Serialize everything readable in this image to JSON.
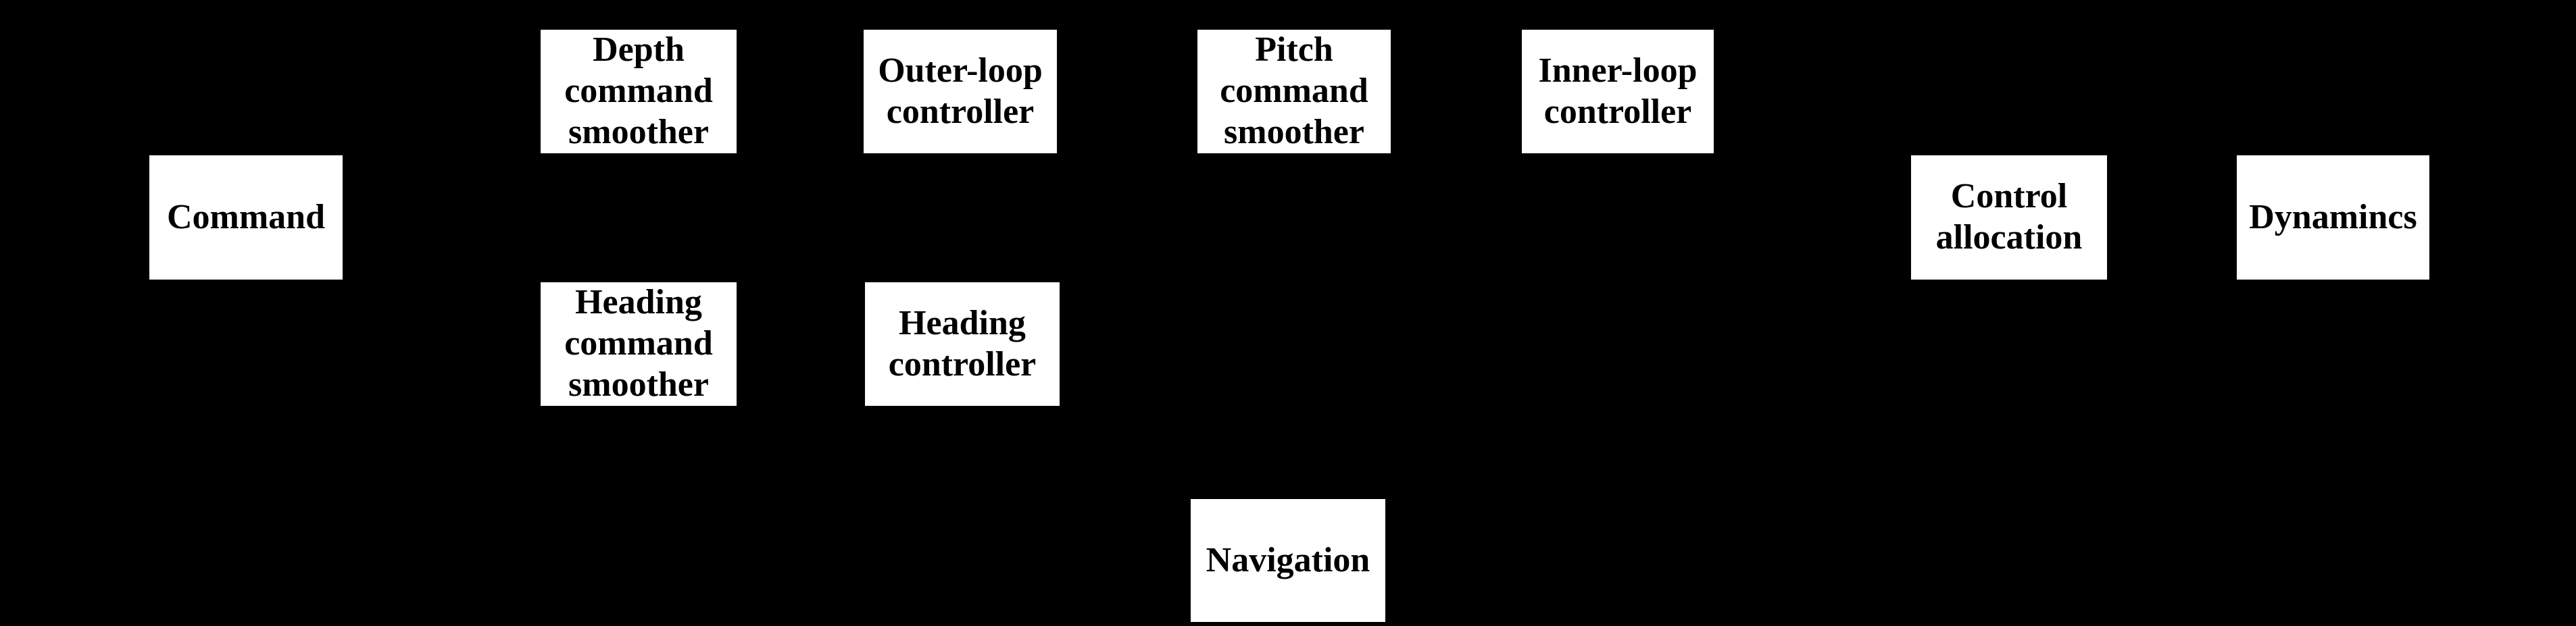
{
  "diagram": {
    "type": "block-diagram",
    "colors": {
      "background": "#000000",
      "node_fill": "#ffffff",
      "node_text": "#000000"
    },
    "nodes": [
      {
        "id": "command",
        "label": "Command"
      },
      {
        "id": "depth-command-smoother",
        "label": "Depth command smoother"
      },
      {
        "id": "outer-loop-controller",
        "label": "Outer-loop controller"
      },
      {
        "id": "pitch-command-smoother",
        "label": "Pitch command smoother"
      },
      {
        "id": "inner-loop-controller",
        "label": "Inner-loop controller"
      },
      {
        "id": "control-allocation",
        "label": "Control allocation"
      },
      {
        "id": "dynamincs",
        "label": "Dynamincs"
      },
      {
        "id": "heading-command-smoother",
        "label": "Heading command smoother"
      },
      {
        "id": "heading-controller",
        "label": "Heading controller"
      },
      {
        "id": "navigation",
        "label": "Navigation"
      }
    ]
  }
}
